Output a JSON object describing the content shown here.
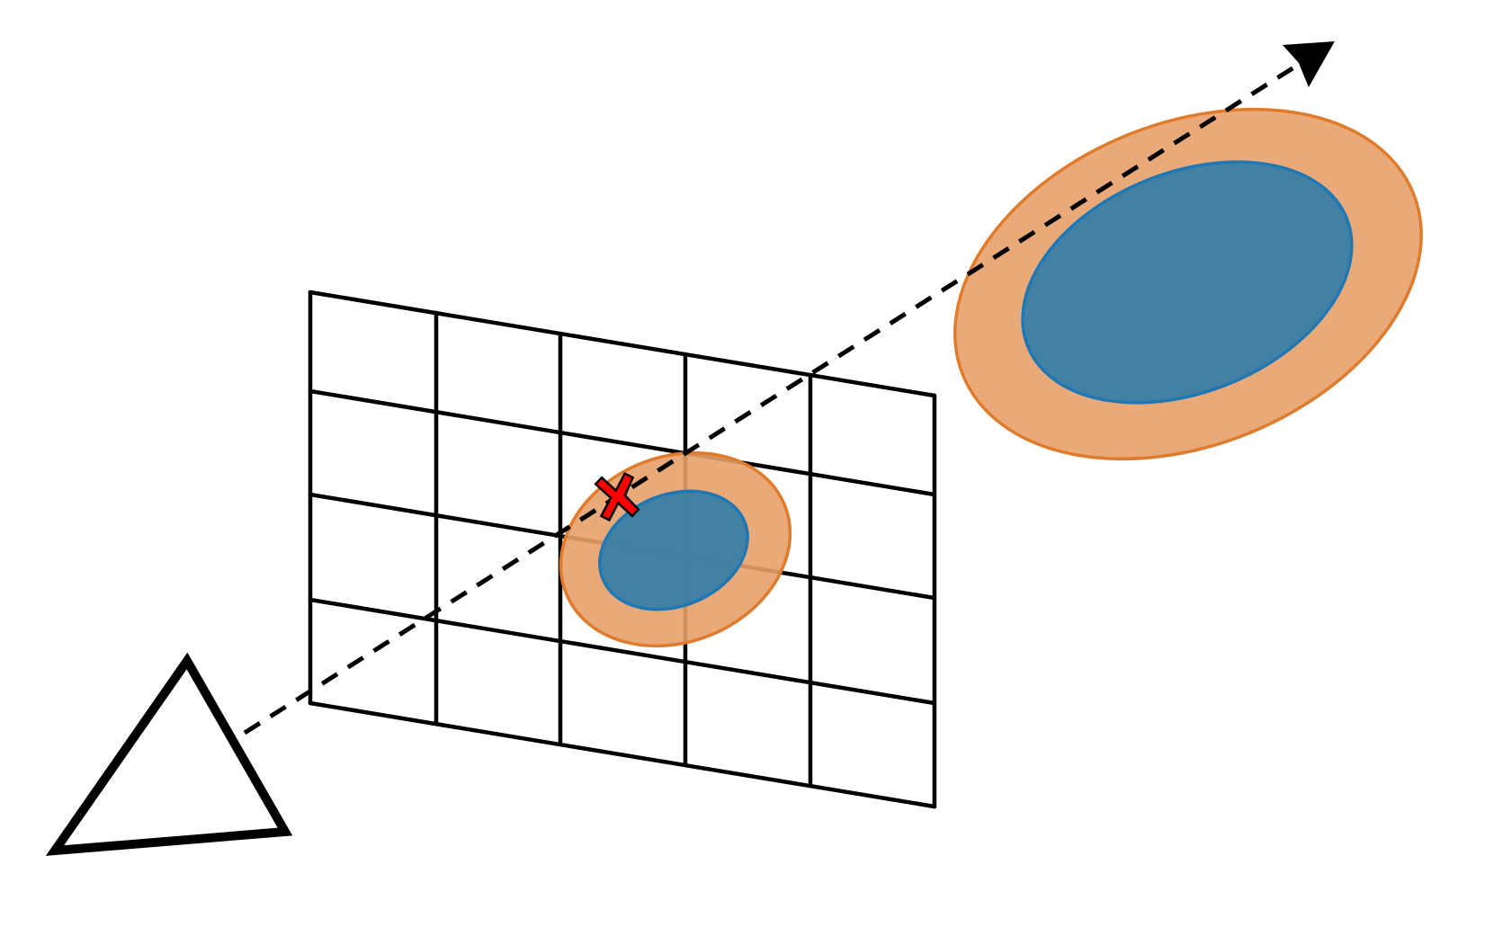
{
  "colors": {
    "background": "#ffffff",
    "line": "#000000",
    "outer_ellipse_fill": "#e8a06a",
    "outer_ellipse_stroke": "#e07b2c",
    "inner_ellipse_fill": "#3a7ea6",
    "inner_ellipse_stroke": "#1f77b4",
    "marker": "#ff0000"
  },
  "elements": {
    "camera": "triangle-icon",
    "image_plane": "grid",
    "ray": "dashed-arrow",
    "projected_gaussian": "nested-ellipses",
    "gaussian_3d": "nested-ellipses",
    "pixel_marker": "cross-icon"
  }
}
